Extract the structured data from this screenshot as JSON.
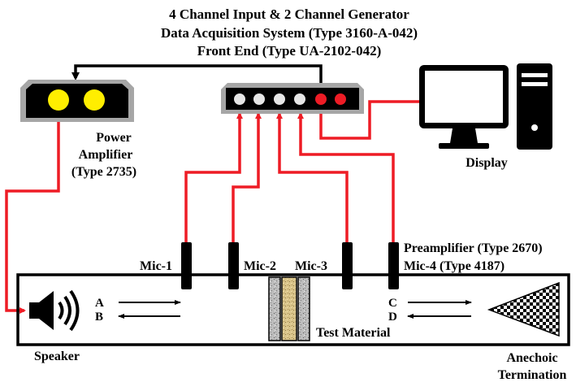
{
  "title": {
    "lines": [
      "4 Channel Input & 2 Channel Generator",
      "Data Acquisition System (Type 3160-A-042)",
      "Front End (Type UA-2102-042)"
    ]
  },
  "components": {
    "power_amplifier": {
      "lines": [
        "Power",
        "Amplifier",
        "(Type 2735)"
      ]
    },
    "display": {
      "label": "Display"
    },
    "speaker": {
      "label": "Speaker"
    },
    "anechoic": {
      "lines": [
        "Anechoic",
        "Termination"
      ]
    },
    "test_material": {
      "label": "Test Material"
    },
    "preamplifier": {
      "label": "Preamplifier (Type 2670)"
    }
  },
  "microphones": [
    {
      "label": "Mic-1"
    },
    {
      "label": "Mic-2"
    },
    {
      "label": "Mic-3"
    },
    {
      "label": "Mic-4 (Type 4187)"
    }
  ],
  "waves": {
    "left": [
      "A",
      "B"
    ],
    "right": [
      "C",
      "D"
    ]
  },
  "colors": {
    "signal_wire": "#ee1c25",
    "control_wire": "#000000",
    "led_yellow": "#ffee00",
    "led_white": "#e6e6e6",
    "led_red": "#ee1c25",
    "device_frame": "#a6a6a6"
  }
}
